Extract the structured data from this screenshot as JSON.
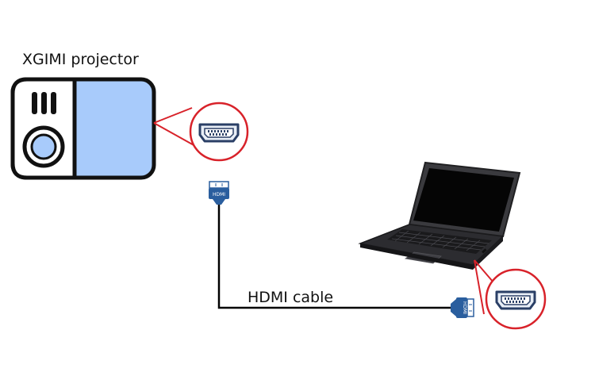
{
  "labels": {
    "projector": "XGIMI projector",
    "cable": "HDMI cable",
    "connector_top": "HDMI",
    "connector_bottom": "HDMI"
  },
  "colors": {
    "projector_fill": "#a8cbfb",
    "outline": "#111111",
    "callout_circle": "#d8222a",
    "connector_blue": "#2a5e9e",
    "cable": "#000000"
  },
  "icons": {
    "projector": "projector-icon",
    "hdmi_port": "hdmi-port-icon",
    "laptop": "laptop-icon",
    "hdmi_connector": "hdmi-connector-icon"
  }
}
